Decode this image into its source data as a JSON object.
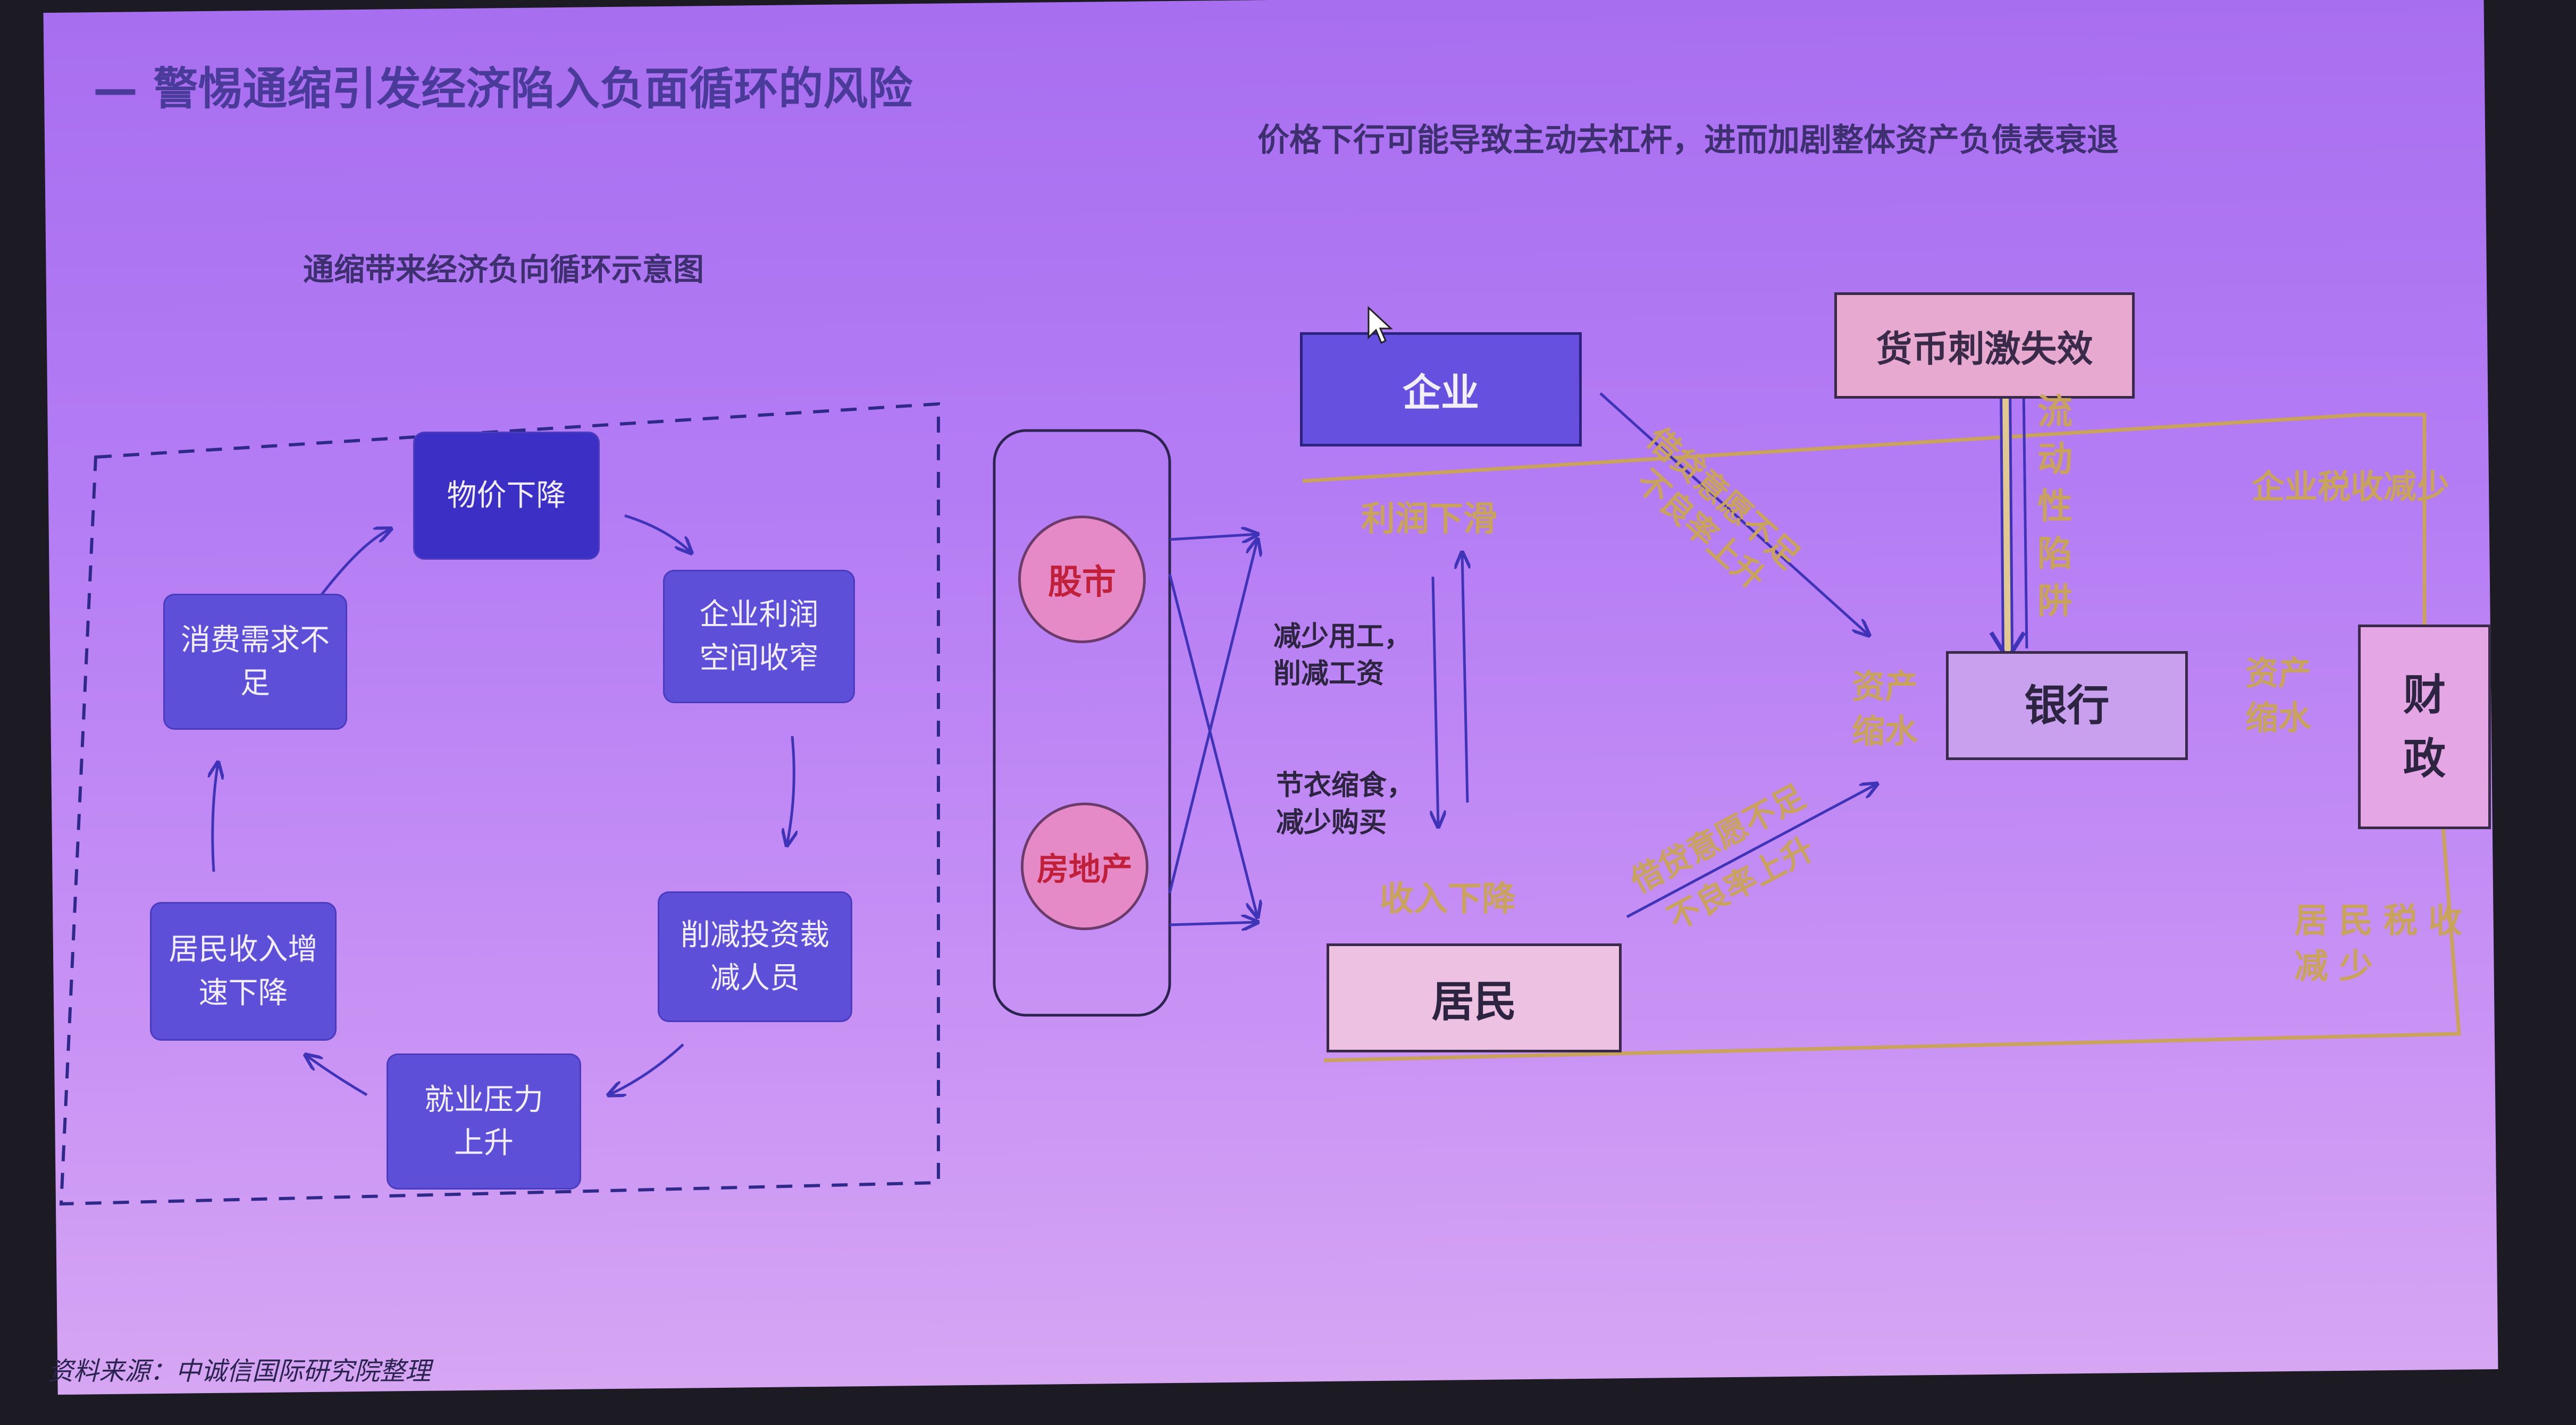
{
  "title": "— 警惕通缩引发经济陷入负面循环的风险",
  "subtitle": "价格下行可能导致主动去杠杆，进而加剧整体资产负债表衰退",
  "left_subtitle": "通缩带来经济负向循环示意图",
  "cycle": {
    "price_down": "物价下降",
    "profit_squeeze": "企业利润空间收窄",
    "cut_invest": "削减投资裁减人员",
    "employment": "就业压力上升",
    "income": "居民收入增速下降",
    "demand": "消费需求不足"
  },
  "assets": {
    "stock": "股市",
    "realestate": "房地产"
  },
  "nodes": {
    "enterprise": "企业",
    "resident": "居民",
    "bank": "银行",
    "finance": "财政",
    "monetary": "货币刺激失效"
  },
  "labels": {
    "profit_down": "利润下滑",
    "income_down": "收入下降",
    "cut_labor_1": "减少用工，",
    "cut_labor_2": "削减工资",
    "save_1": "节衣缩食，",
    "save_2": "减少购买",
    "credit_1a": "借贷意愿不足",
    "credit_1b": "不良率上升",
    "credit_2a": "借贷意愿不足",
    "credit_2b": "不良率上升",
    "liquidity_trap": "流动性陷阱",
    "assets_shrink_left": "资产缩水",
    "assets_shrink_right": "资产缩水",
    "corp_tax_down": "企业税收减少",
    "resident_tax_down": "居民税收减少"
  },
  "source": "资料来源：中诚信国际研究院整理",
  "colors": {
    "gold": "#c9a25c",
    "arrow": "#3f34b8",
    "dash": "#2f2a8a"
  }
}
